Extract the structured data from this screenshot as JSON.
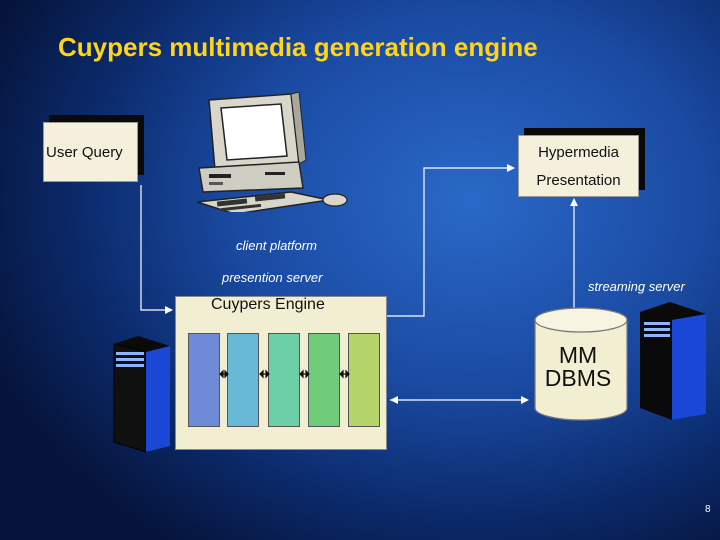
{
  "title": "Cuypers multimedia generation engine",
  "nodes": {
    "user_query": "User Query",
    "hypermedia_line1": "Hypermedia",
    "hypermedia_line2": "Presentation",
    "cuypers_engine": "Cuypers Engine",
    "dbms_line1": "MM",
    "dbms_line2": "DBMS"
  },
  "labels": {
    "client_platform": "client platform",
    "presentation_server": "presention server",
    "streaming_server": "streaming server"
  },
  "page_number": "8",
  "colors": {
    "title": "#ffd41a",
    "background": "#1a4aa2",
    "box_fill": "#f4f0dc",
    "server_blue": "#1a47d6"
  }
}
